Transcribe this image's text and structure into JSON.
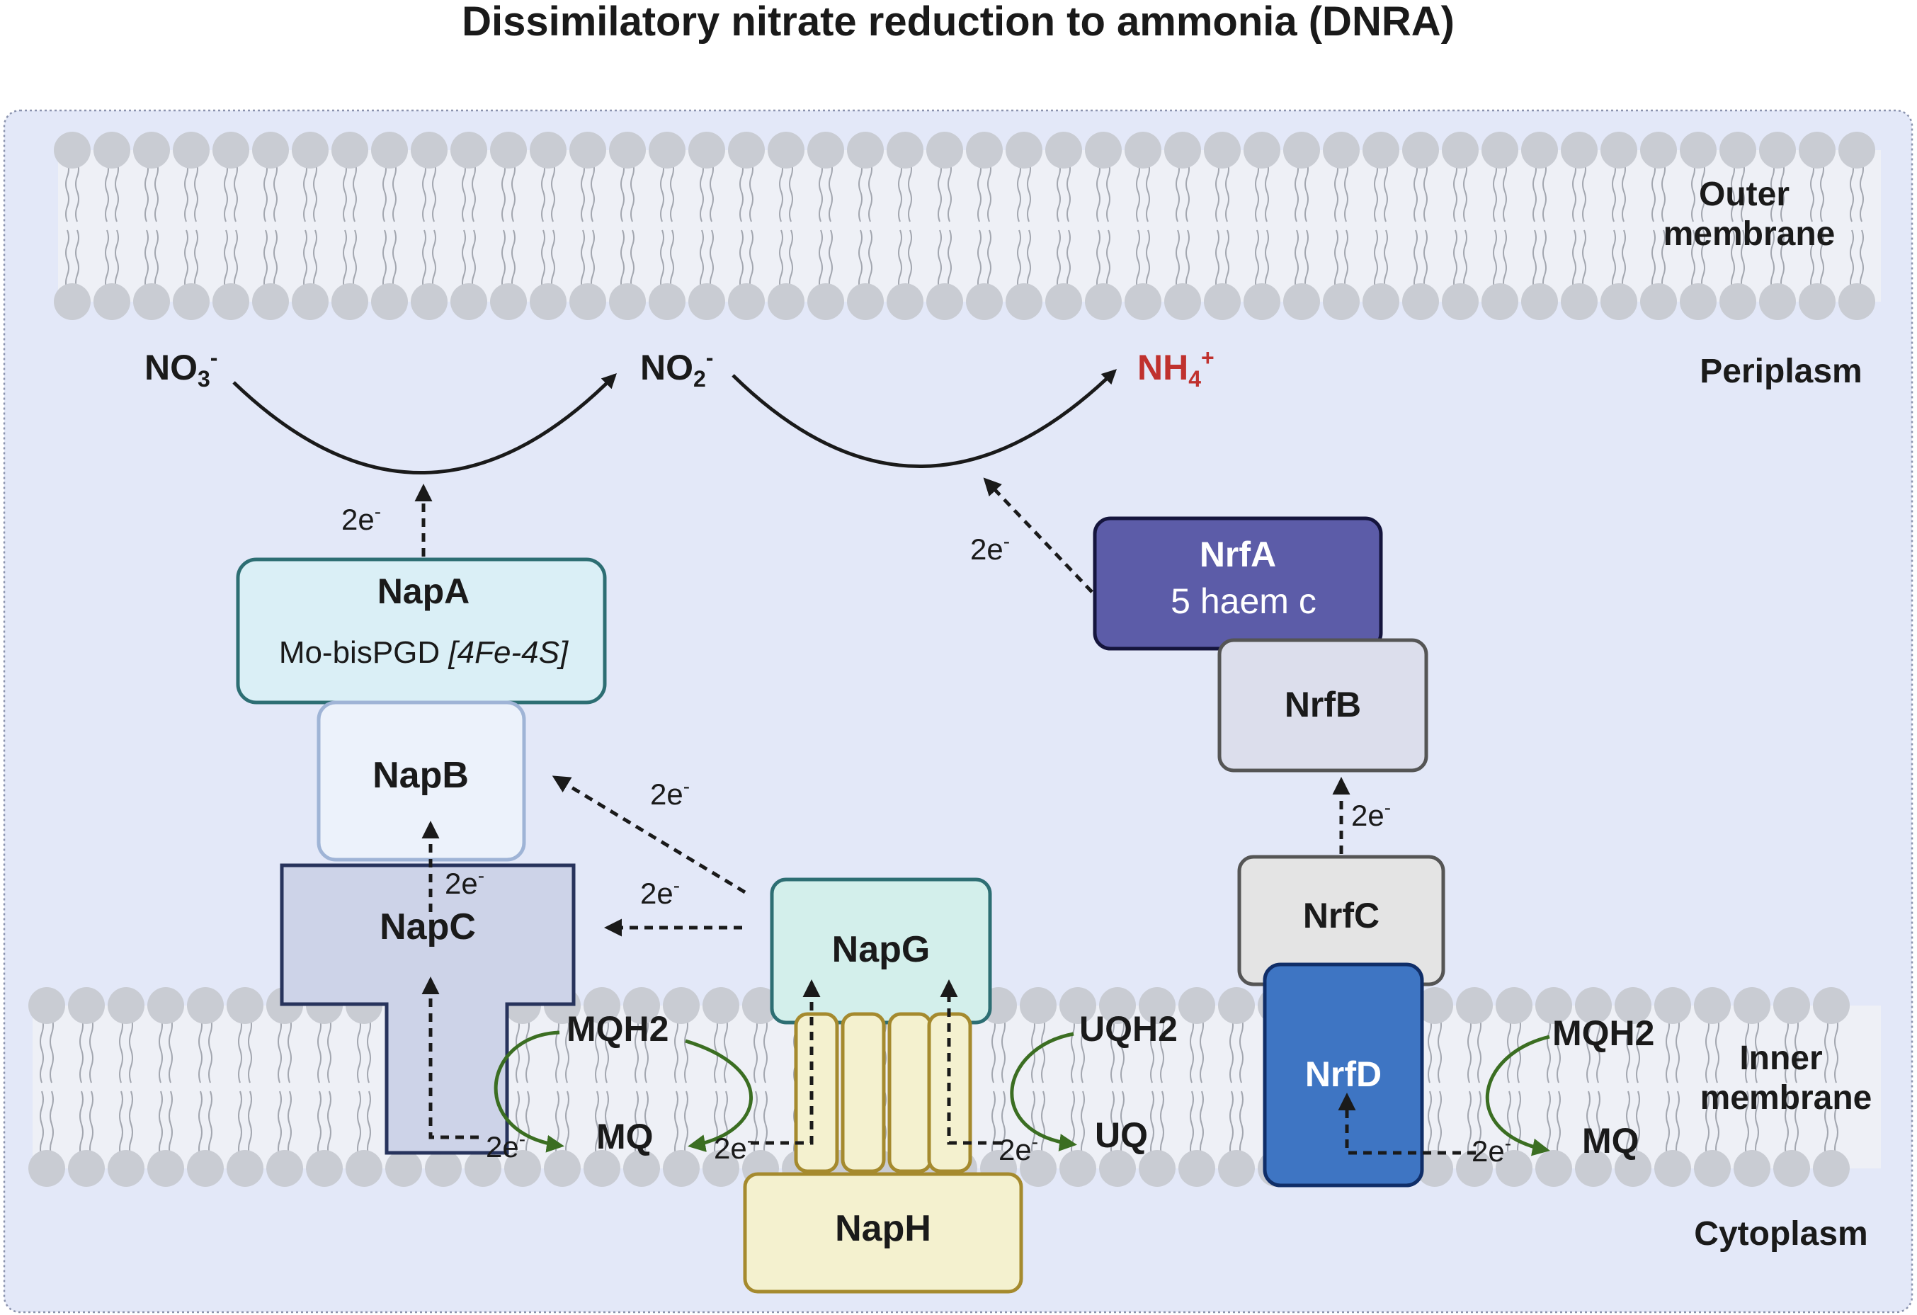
{
  "title": "Dissimilatory nitrate reduction to ammonia (DNRA)",
  "regions": {
    "outer_membrane": [
      "Outer",
      "membrane"
    ],
    "periplasm": "Periplasm",
    "inner_membrane": [
      "Inner",
      "membrane"
    ],
    "cytoplasm": "Cytoplasm"
  },
  "species": {
    "nitrate": {
      "base": "NO",
      "sub": "3",
      "sup": "-"
    },
    "nitrite": {
      "base": "NO",
      "sub": "2",
      "sup": "-"
    },
    "ammonium": {
      "base": "NH",
      "sub": "4",
      "sup": "+"
    }
  },
  "proteins": {
    "napa": {
      "name": "NapA",
      "cofactor": "Mo-bisPGD",
      "cofactor_italic": "[4Fe-4S]"
    },
    "napb": "NapB",
    "napc": "NapC",
    "napg": "NapG",
    "naph": "NapH",
    "nrfa": {
      "name": "NrfA",
      "cofactor": "5 haem c"
    },
    "nrfb": "NrfB",
    "nrfc": "NrfC",
    "nrfd": "NrfD"
  },
  "quinones": {
    "mqh2_left": "MQH2",
    "mq_left": "MQ",
    "uqh2": "UQH2",
    "uq": "UQ",
    "mqh2_right": "MQH2",
    "mq_right": "MQ"
  },
  "electron_label": {
    "base": "2e",
    "sup": "-"
  },
  "colors": {
    "background": "#e3e8f8",
    "lipid_head": "#c9ccd3",
    "napa": "#daeff6",
    "napb": "#ecf2fb",
    "napc": "#cdd3e8",
    "napg": "#d3efeb",
    "naph": "#f4f1cf",
    "nrfa": "#5c5ca8",
    "nrfb": "#dcdeec",
    "nrfc": "#e4e4e4",
    "nrfd": "#3e75c3",
    "ammonium": "#c0312e",
    "quinone_arrow": "#3b6e22"
  }
}
